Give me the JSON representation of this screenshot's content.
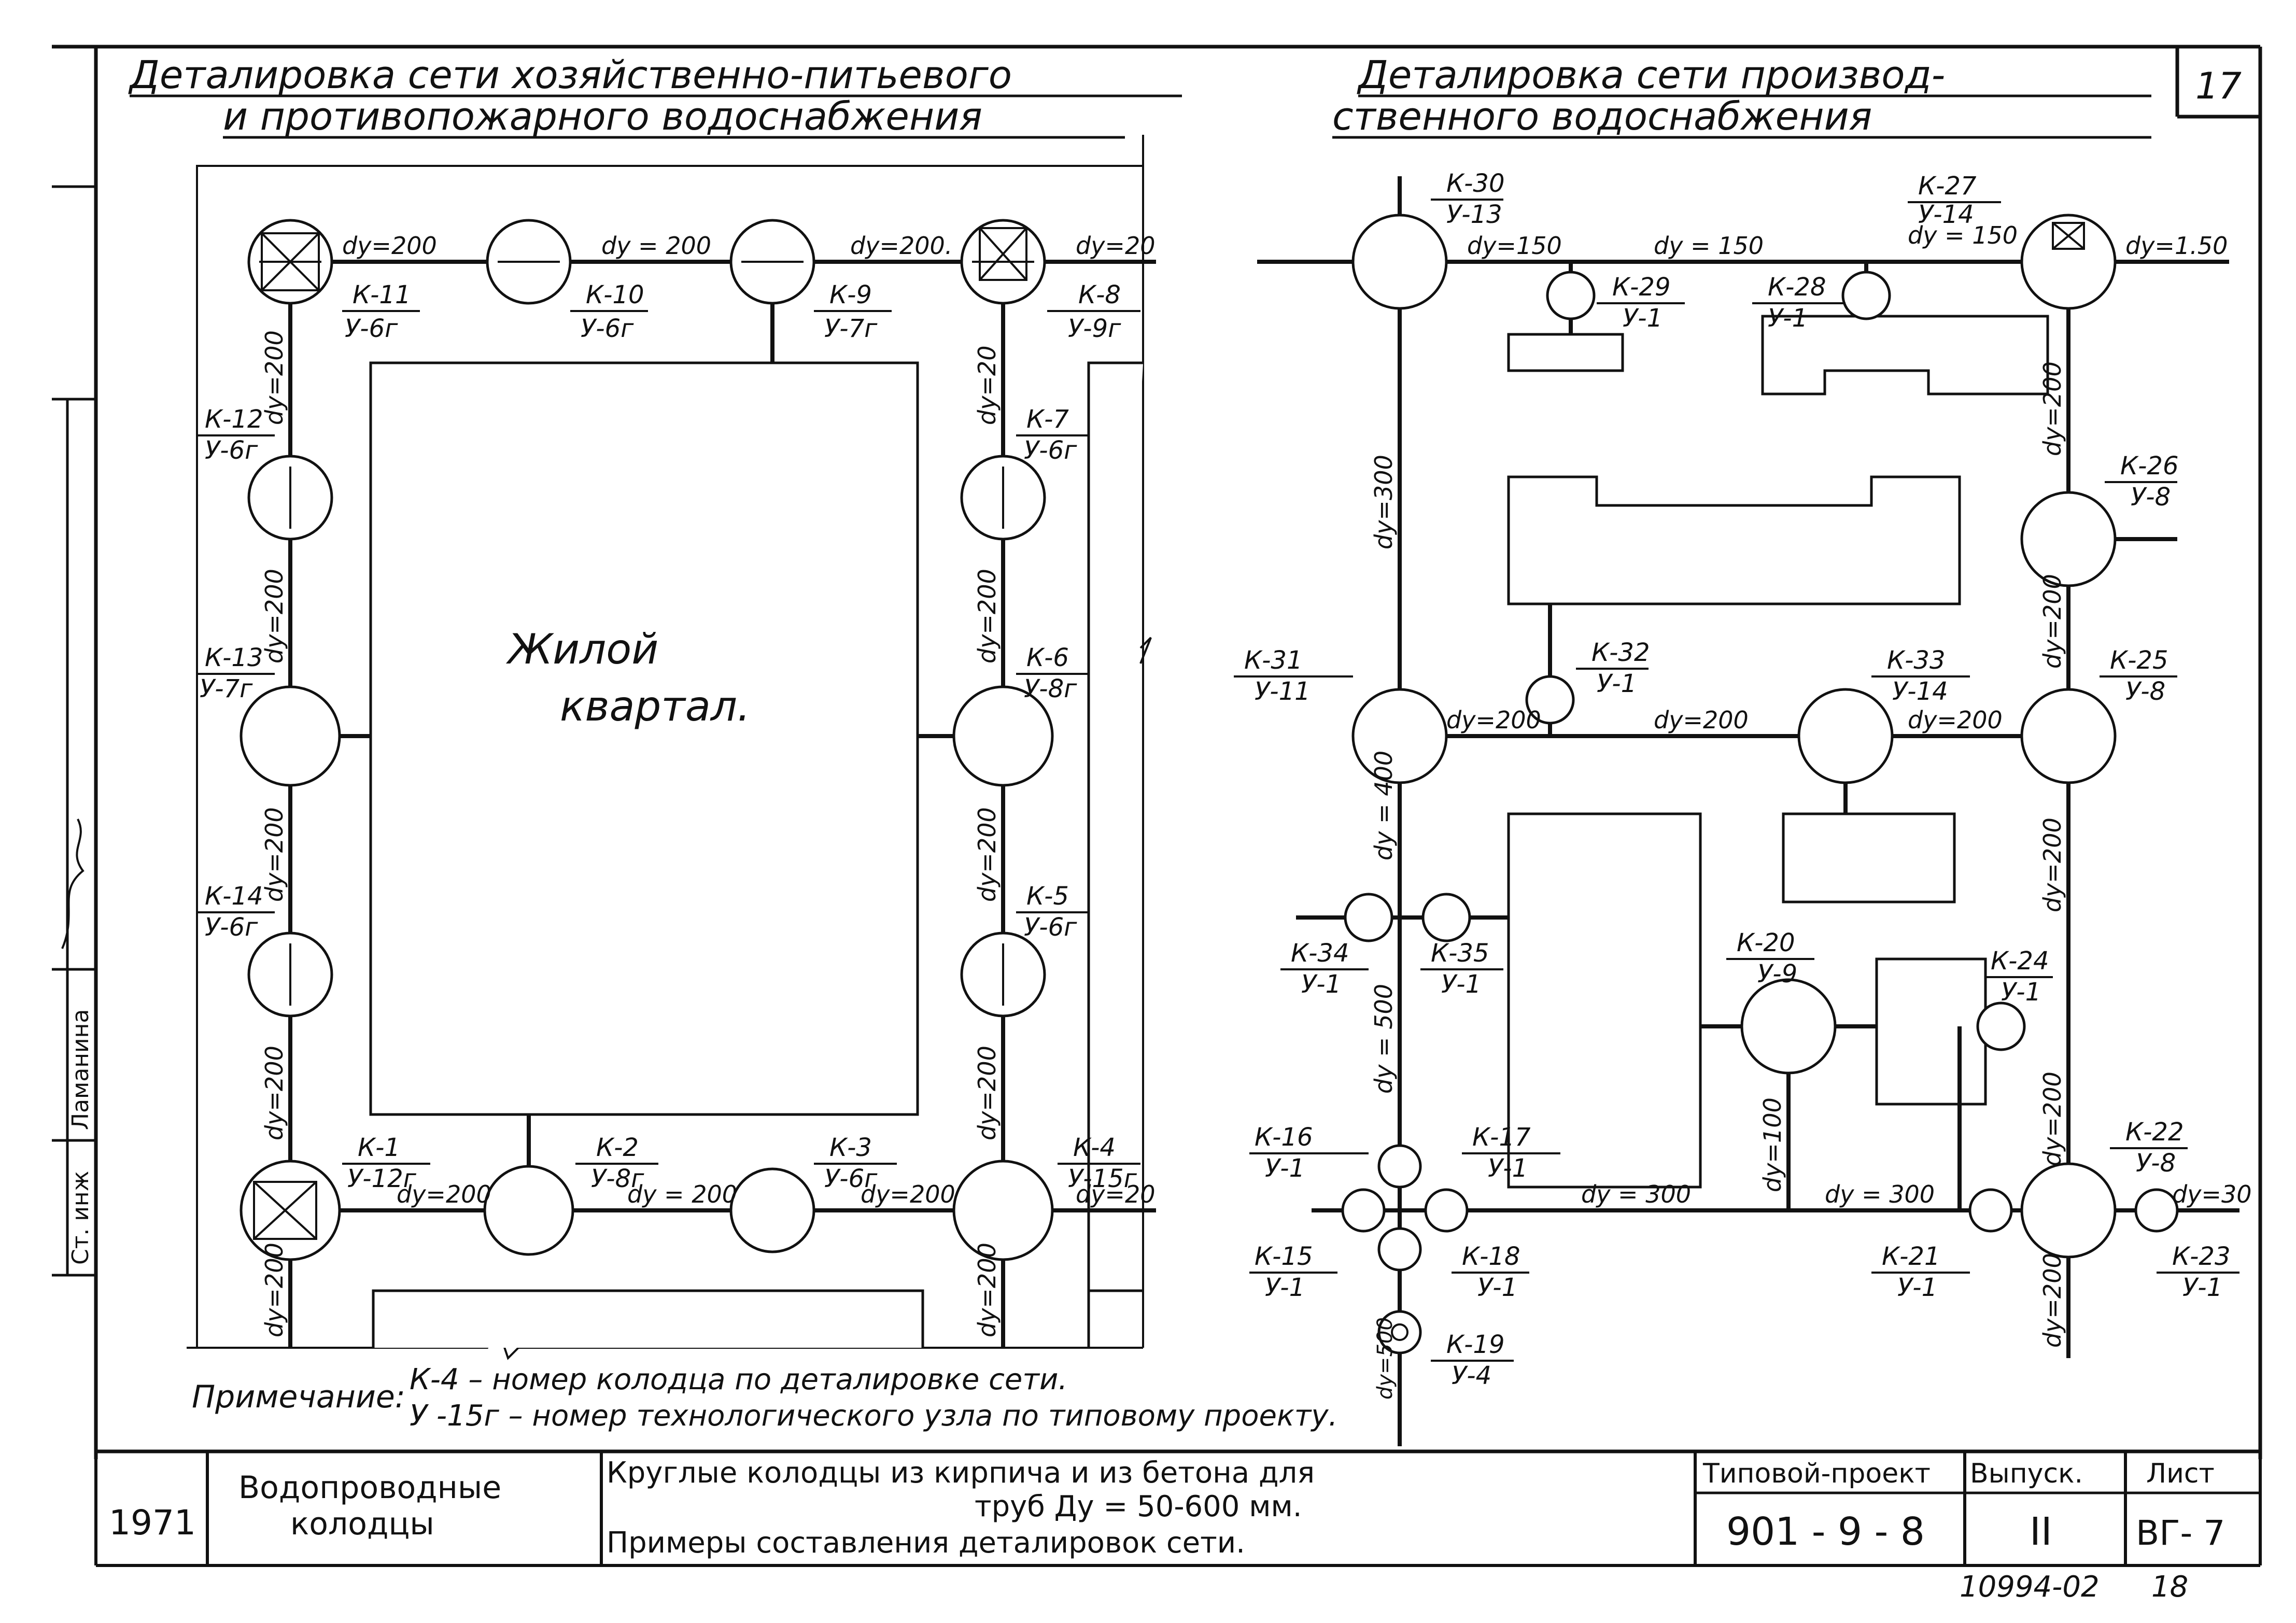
{
  "sheet_number": "17",
  "left_plan": {
    "title_line1": "Деталировка сети хозяйственно-питьевого",
    "title_line2": "и противопожарного водоснабжения",
    "block_label_1": "Жилой",
    "block_label_2": "квартал.",
    "wells": [
      {
        "k": "К-11",
        "u": "У-6г"
      },
      {
        "k": "К-10",
        "u": "У-6г"
      },
      {
        "k": "К-9",
        "u": "У-7г"
      },
      {
        "k": "К-8",
        "u": "У-9г"
      },
      {
        "k": "К-12",
        "u": "У-6г"
      },
      {
        "k": "К-7",
        "u": "У-6г"
      },
      {
        "k": "К-13",
        "u": "У-7г"
      },
      {
        "k": "К-6",
        "u": "У-8г"
      },
      {
        "k": "К-14",
        "u": "У-6г"
      },
      {
        "k": "К-5",
        "u": "У-6г"
      },
      {
        "k": "К-1",
        "u": "У-12г"
      },
      {
        "k": "К-2",
        "u": "У-8г"
      },
      {
        "k": "К-3",
        "u": "У-6г"
      },
      {
        "k": "К-4",
        "u": "У-15г"
      }
    ],
    "dims": {
      "d200": "dy=200",
      "d200b": "dy = 200",
      "d200c": "dy=200.",
      "d200d": "dy=20"
    }
  },
  "right_plan": {
    "title_line1": "Деталировка сети производ-",
    "title_line2": "ственного водоснабжения",
    "wells": [
      {
        "k": "К-30",
        "u": "У-13"
      },
      {
        "k": "К-29",
        "u": "У-1"
      },
      {
        "k": "К-28",
        "u": "У-1"
      },
      {
        "k": "К-27",
        "u": "У-14"
      },
      {
        "k": "К-26",
        "u": "У-8"
      },
      {
        "k": "К-31",
        "u": "У-11"
      },
      {
        "k": "К-32",
        "u": "У-1"
      },
      {
        "k": "К-33",
        "u": "У-14"
      },
      {
        "k": "К-25",
        "u": "У-8"
      },
      {
        "k": "К-34",
        "u": "У-1"
      },
      {
        "k": "К-35",
        "u": "У-1"
      },
      {
        "k": "К-20",
        "u": "У-9"
      },
      {
        "k": "К-24",
        "u": "У-1"
      },
      {
        "k": "К-16",
        "u": "У-1"
      },
      {
        "k": "К-17",
        "u": "У-1"
      },
      {
        "k": "К-15",
        "u": "У-1"
      },
      {
        "k": "К-18",
        "u": "У-1"
      },
      {
        "k": "К-21",
        "u": "У-1"
      },
      {
        "k": "К-22",
        "u": "У-8"
      },
      {
        "k": "К-23",
        "u": "У-1"
      },
      {
        "k": "К-19",
        "u": "У-4"
      }
    ],
    "dims": {
      "d150": "dy=150",
      "d150b": "dy = 150",
      "d150c": "dy=1.50",
      "d200": "dy=200",
      "d300": "dy=300",
      "d300b": "dy = 300",
      "d300c": "dy=30",
      "d400": "dy = 400",
      "d500": "dy = 500",
      "d100": "dy=100",
      "d500b": "dy=500"
    }
  },
  "note": {
    "label": "Примечание:",
    "line1": "К-4 – номер колодца по деталировке сети.",
    "line2": "У -15г – номер технологического узла по типовому проекту."
  },
  "title_block": {
    "year": "1971",
    "name_line1": "Водопроводные",
    "name_line2": "колодцы",
    "desc_line1": "Круглые колодцы из кирпича и из бетона для",
    "desc_line2": "труб Ду = 50-600 мм.",
    "desc_line3": "Примеры составления деталировок сети.",
    "project_label": "Типовой-проект",
    "project_value": "901 - 9 - 8",
    "issue_label": "Выпуск.",
    "issue_value": "II",
    "sheet_label": "Лист",
    "sheet_value": "ВГ- 7"
  },
  "margin_stamp": {
    "role1": "Ст. инж",
    "name1": "Ламанина"
  },
  "footer": {
    "archive_no": "10994-02",
    "page": "18"
  }
}
